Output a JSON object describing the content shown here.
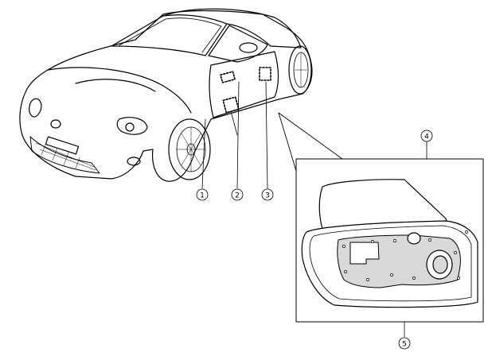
{
  "callouts": [
    {
      "id": "c1",
      "label": "1"
    },
    {
      "id": "c2",
      "label": "2"
    },
    {
      "id": "c3",
      "label": "3"
    },
    {
      "id": "c4",
      "label": "4"
    },
    {
      "id": "c5",
      "label": "5"
    }
  ],
  "colors": {
    "line": "#000000",
    "shade": "#d9d9d9",
    "background": "#ffffff"
  }
}
